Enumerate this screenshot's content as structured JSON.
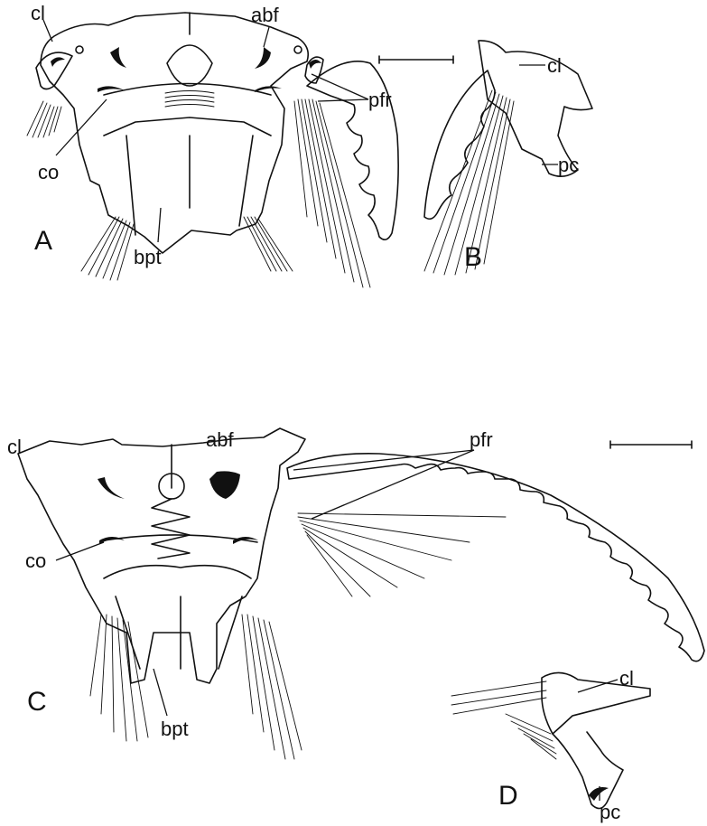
{
  "panels": {
    "A": "A",
    "B": "B",
    "C": "C",
    "D": "D"
  },
  "labels": {
    "A": {
      "cl": "cl",
      "abf": "abf",
      "pfr": "pfr",
      "co": "co",
      "bpt": "bpt"
    },
    "B": {
      "cl": "cl",
      "pc": "pc"
    },
    "C": {
      "cl": "cl",
      "abf": "abf",
      "pfr": "pfr",
      "co": "co",
      "bpt": "bpt"
    },
    "D": {
      "cl": "cl",
      "pc": "pc"
    }
  },
  "scale_bars": [
    "top",
    "bottom"
  ]
}
